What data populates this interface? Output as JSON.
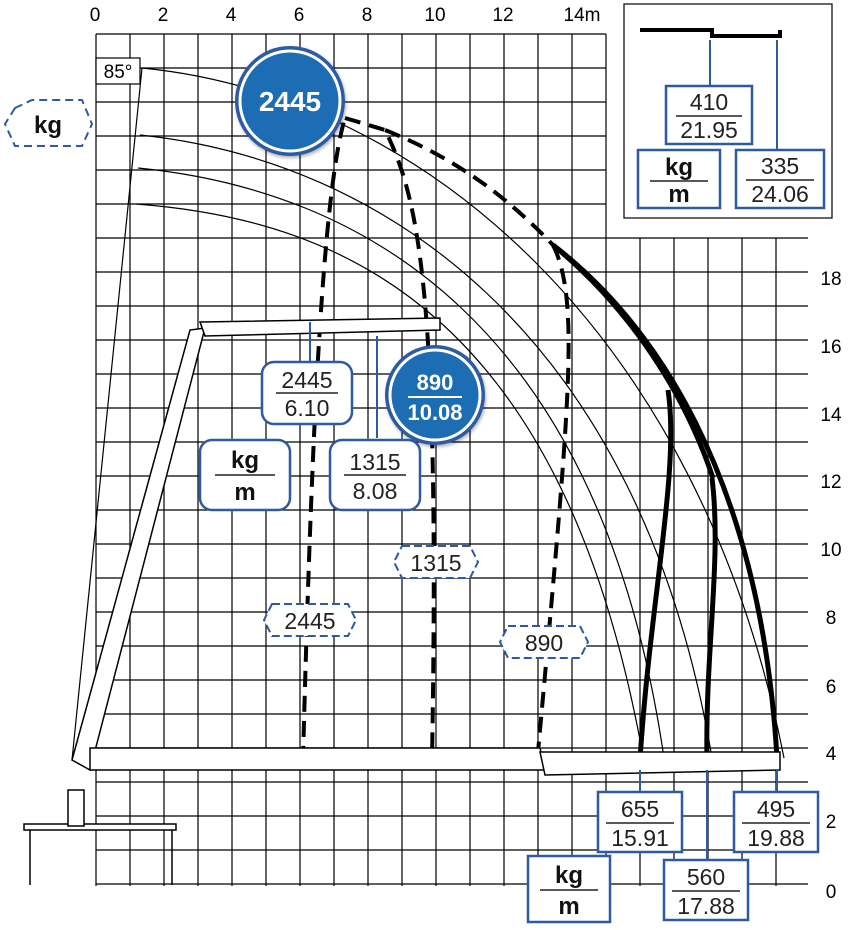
{
  "chart": {
    "x_ticks": [
      "0",
      "2",
      "4",
      "6",
      "8",
      "10",
      "12",
      "14m"
    ],
    "y_ticks": [
      "18",
      "16",
      "14",
      "12",
      "10",
      "8",
      "6",
      "4",
      "2",
      "0"
    ],
    "angle_label": "85°",
    "unit_kg": "kg",
    "unit_m": "m"
  },
  "boxes": {
    "inset_top_kg": "410",
    "inset_top_m": "21.95",
    "inset_right_kg": "335",
    "inset_right_m": "24.06",
    "mid_a_kg": "2445",
    "mid_a_m": "6.10",
    "mid_b_kg": "1315",
    "mid_b_m": "8.08",
    "bot_a_kg": "655",
    "bot_a_m": "15.91",
    "bot_b_kg": "560",
    "bot_b_m": "17.88",
    "bot_c_kg": "495",
    "bot_c_m": "19.88"
  },
  "badges": {
    "top": "2445",
    "mid_kg": "890",
    "mid_m": "10.08"
  },
  "hex_labels": {
    "h2445": "2445",
    "h1315": "1315",
    "h890": "890"
  },
  "colors": {
    "blue": "#1f6db3",
    "blue_border": "#2e5aa0",
    "grid": "#000000"
  }
}
